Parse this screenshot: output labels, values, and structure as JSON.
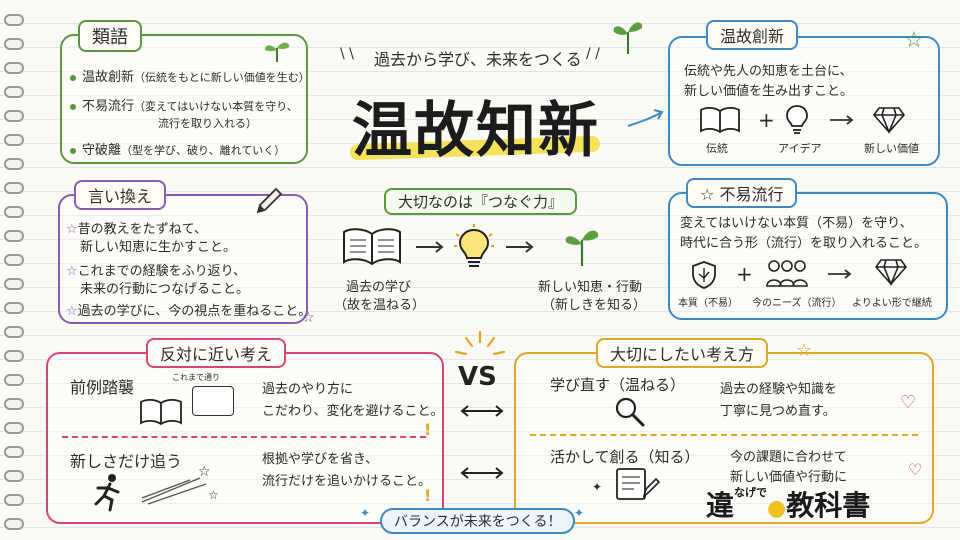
{
  "header": {
    "tagline": "過去から学び、未来をつくる",
    "title": "温故知新"
  },
  "center": {
    "banner": "大切なのは『つなぐ力』",
    "past_label_1": "過去の学び",
    "past_label_2": "（故を温ねる）",
    "future_label_1": "新しい知恵・行動",
    "future_label_2": "（新しきを知る）"
  },
  "synonyms": {
    "title": "類語",
    "item1": "温故創新",
    "item1_note": "（伝統をもとに新しい価値を生む）",
    "item2": "不易流行",
    "item2_note_1": "（変えてはいけない本質を守り、",
    "item2_note_2": "流行を取り入れる）",
    "item3": "守破離",
    "item3_note": "（型を学び、破り、離れていく）"
  },
  "paraphrase": {
    "title": "言い換え",
    "l1": "昔の教えをたずねて、",
    "l1b": "新しい知恵に生かすこと。",
    "l2": "これまでの経験をふり返り、",
    "l2b": "未来の行動につなげること。",
    "l3": "過去の学びに、今の視点を重ねること。"
  },
  "onko_sousin": {
    "title": "温故創新",
    "desc1": "伝統や先人の知恵を土台に、",
    "desc2": "新しい価値を生み出すこと。",
    "lbl_tradition": "伝統",
    "lbl_idea": "アイデア",
    "lbl_value": "新しい価値"
  },
  "fueki": {
    "title": "不易流行",
    "desc1": "変えてはいけない本質（不易）を守り、",
    "desc2": "時代に合う形（流行）を取り入れること。",
    "lbl_essence": "本質（不易）",
    "lbl_needs": "今のニーズ（流行）",
    "lbl_continue": "よりよい形で継続"
  },
  "opposite": {
    "title": "反対に近い考え",
    "item1": "前例踏襲",
    "item1_desc1": "過去のやり方に",
    "item1_desc2": "こだわり、変化を避けること。",
    "item2": "新しさだけ追う",
    "item2_desc1": "根拠や学びを省き、",
    "item2_desc2": "流行だけを追いかけること。",
    "bubble": "これまで通り"
  },
  "important": {
    "title": "大切にしたい考え方",
    "item1": "学び直す（温ねる）",
    "item1_desc1": "過去の経験や知識を",
    "item1_desc2": "丁寧に見つめ直す。",
    "item2": "活かして創る（知る）",
    "item2_desc1": "今の課題に合わせて",
    "item2_desc2": "新しい価値や行動に"
  },
  "vs": "VS",
  "footer_banner": "バランスが未来をつくる！",
  "logo": {
    "part1": "違",
    "part2": "なげで",
    "part3": "教科書"
  },
  "colors": {
    "green": "#5a9a3c",
    "purple": "#8a5bb8",
    "blue": "#3d8ac9",
    "pink": "#d9457a",
    "yellow": "#e3a626",
    "highlight": "#f4e25a"
  }
}
